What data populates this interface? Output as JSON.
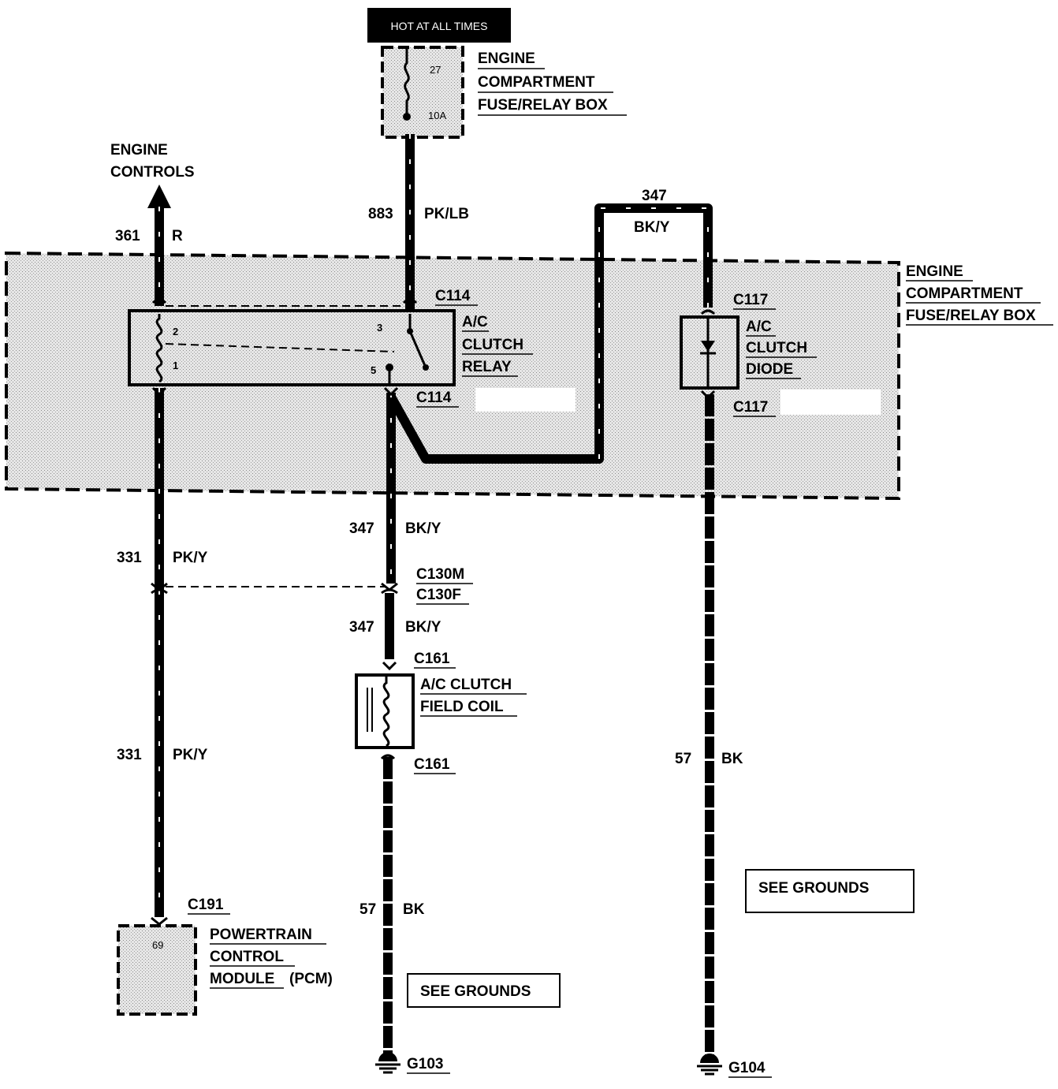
{
  "power_label": "HOT AT ALL TIMES",
  "fuse": {
    "number": "27",
    "rating": "10A",
    "box_label": [
      "ENGINE",
      "COMPARTMENT",
      "FUSE/RELAY BOX"
    ]
  },
  "big_box_label": [
    "ENGINE",
    "COMPARTMENT",
    "FUSE/RELAY BOX"
  ],
  "engine_controls": [
    "ENGINE",
    "CONTROLS"
  ],
  "relay": {
    "label": [
      "A/C",
      "CLUTCH",
      "RELAY"
    ],
    "pins": [
      "2",
      "1",
      "3",
      "5"
    ],
    "connector": "C114"
  },
  "diode": {
    "label": [
      "A/C",
      "CLUTCH",
      "DIODE"
    ],
    "connector": "C117"
  },
  "coil": {
    "label": [
      "A/C CLUTCH",
      "FIELD COIL"
    ],
    "connector": "C161"
  },
  "pcm": {
    "label": [
      "POWERTRAIN",
      "CONTROL",
      "MODULE"
    ],
    "suffix": "(PCM)",
    "pin": "69",
    "connector": "C191"
  },
  "inline_connector": [
    "C130M",
    "C130F"
  ],
  "wires": {
    "w361": {
      "circuit": "361",
      "color": "R"
    },
    "w883": {
      "circuit": "883",
      "color": "PK/LB"
    },
    "w347top": {
      "circuit": "347",
      "color": "BK/Y"
    },
    "w347a": {
      "circuit": "347",
      "color": "BK/Y"
    },
    "w347b": {
      "circuit": "347",
      "color": "BK/Y"
    },
    "w331a": {
      "circuit": "331",
      "color": "PK/Y"
    },
    "w331b": {
      "circuit": "331",
      "color": "PK/Y"
    },
    "w57a": {
      "circuit": "57",
      "color": "BK"
    },
    "w57b": {
      "circuit": "57",
      "color": "BK"
    }
  },
  "see_grounds": [
    "SEE GROUNDS",
    "SEE GROUNDS"
  ],
  "grounds": [
    "G103",
    "G104"
  ]
}
